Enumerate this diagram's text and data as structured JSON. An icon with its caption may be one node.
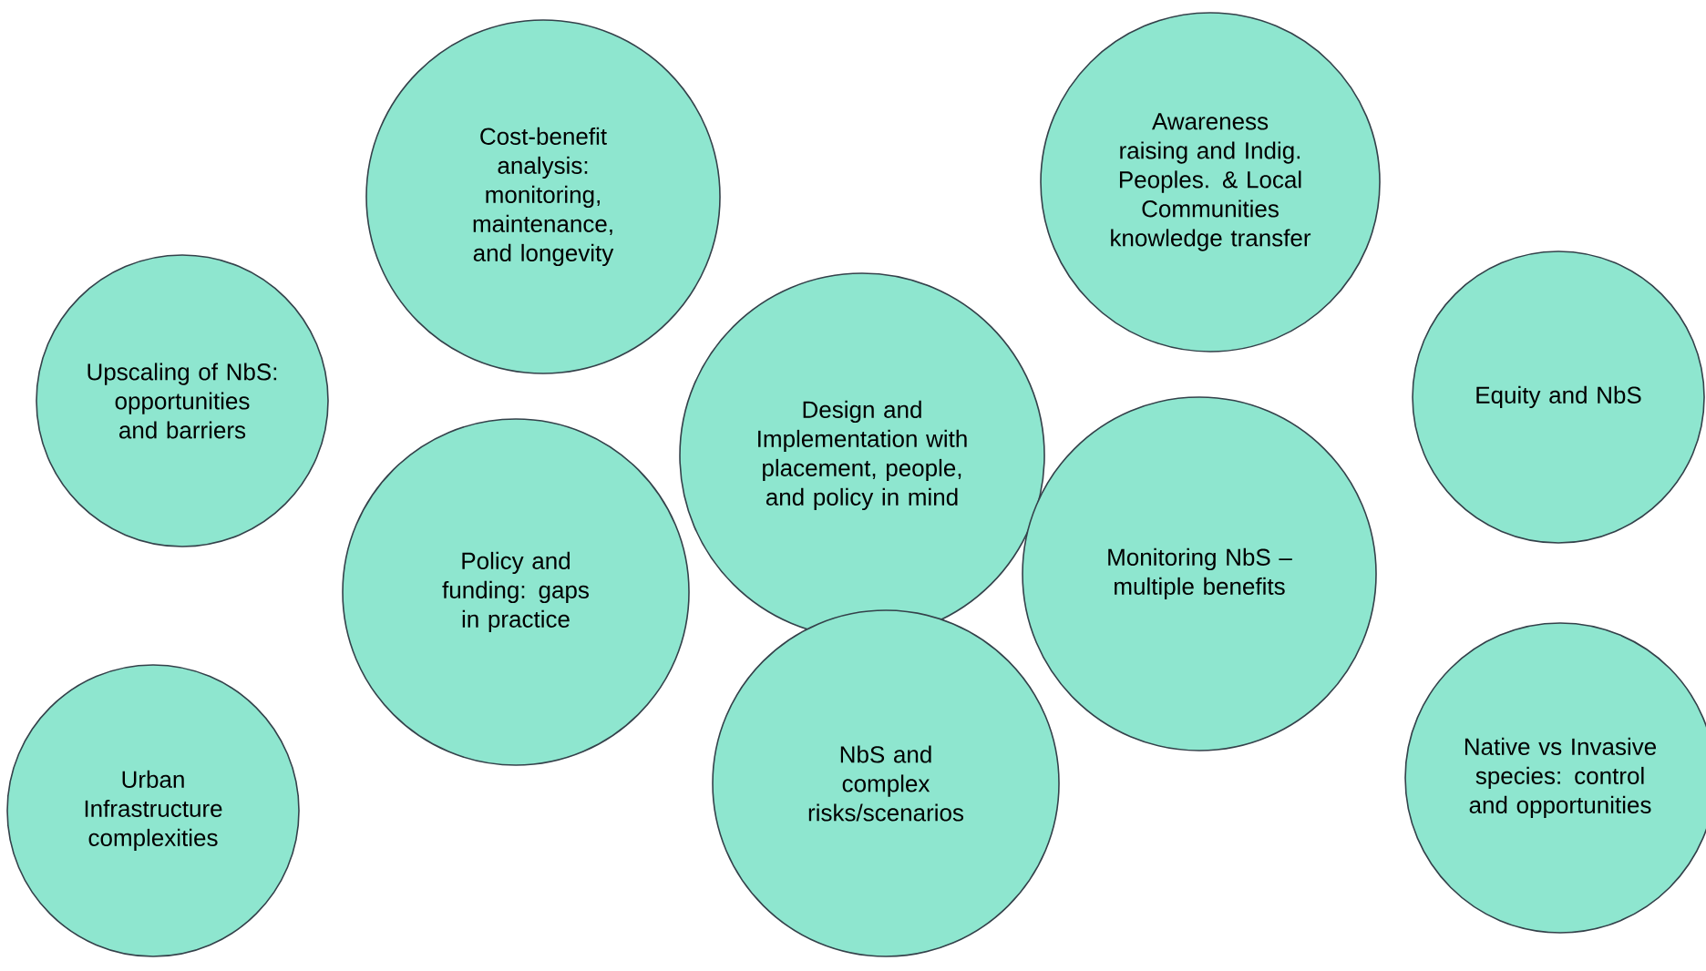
{
  "diagram": {
    "nodes": [
      {
        "text": [
          "Cost-benefit analysis: monitoring, maintenance, and longevity"
        ]
      },
      {
        "text": [
          "Awareness raising and Indig. Peoples. & Local Communities knowledge transfer"
        ]
      },
      {
        "text": [
          "Upscaling of NbS: opportunities and barriers"
        ]
      },
      {
        "text": [
          "Equity and NbS"
        ]
      },
      {
        "text": [
          "Design and Implementation with placement, people, and policy in mind"
        ]
      },
      {
        "text": [
          "Policy and funding: gaps in practice"
        ]
      },
      {
        "text": [
          "Monitoring NbS – multiple benefits"
        ]
      },
      {
        "text": [
          "Urban Infrastructure complexities"
        ]
      },
      {
        "text": [
          "NbS and complex risks/scenarios"
        ]
      },
      {
        "text": [
          "Native vs Invasive species: control and opportunities"
        ]
      }
    ]
  }
}
